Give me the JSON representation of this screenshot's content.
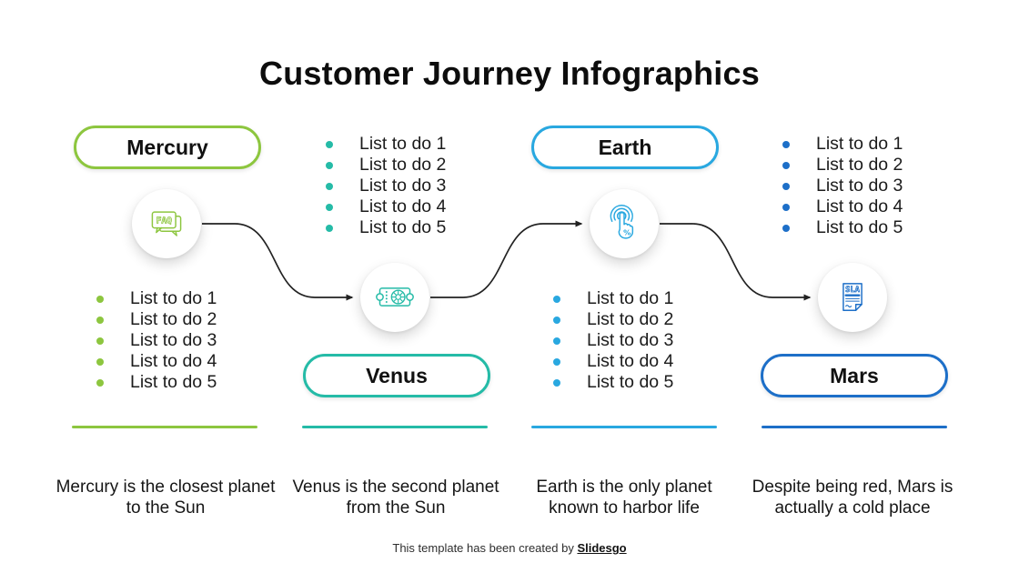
{
  "title": "Customer Journey Infographics",
  "columns": [
    {
      "id": "mercury",
      "label": "Mercury",
      "color": "#8DC63F",
      "icon": "faq-speech-bubbles-icon",
      "pill_position": "top",
      "list": [
        "List to do 1",
        "List to do 2",
        "List to do 3",
        "List to do 4",
        "List to do 5"
      ],
      "description": "Mercury is the closest planet to the Sun"
    },
    {
      "id": "venus",
      "label": "Venus",
      "color": "#25BBA7",
      "icon": "ticket-wheel-icon",
      "pill_position": "bottom",
      "list": [
        "List to do 1",
        "List to do 2",
        "List to do 3",
        "List to do 4",
        "List to do 5"
      ],
      "description": "Venus is the second planet from the Sun"
    },
    {
      "id": "earth",
      "label": "Earth",
      "color": "#29A8E0",
      "icon": "touch-percent-icon",
      "pill_position": "top",
      "list": [
        "List to do 1",
        "List to do 2",
        "List to do 3",
        "List to do 4",
        "List to do 5"
      ],
      "description": "Earth is the only planet known to harbor life"
    },
    {
      "id": "mars",
      "label": "Mars",
      "color": "#1D6FC8",
      "icon": "sla-document-icon",
      "pill_position": "bottom",
      "list": [
        "List to do 1",
        "List to do 2",
        "List to do 3",
        "List to do 4",
        "List to do 5"
      ],
      "description": "Despite being red, Mars is actually a cold place"
    }
  ],
  "connector_color": "#222222",
  "footer": {
    "text": "This template has been created by ",
    "brand": "Slidesgo"
  }
}
